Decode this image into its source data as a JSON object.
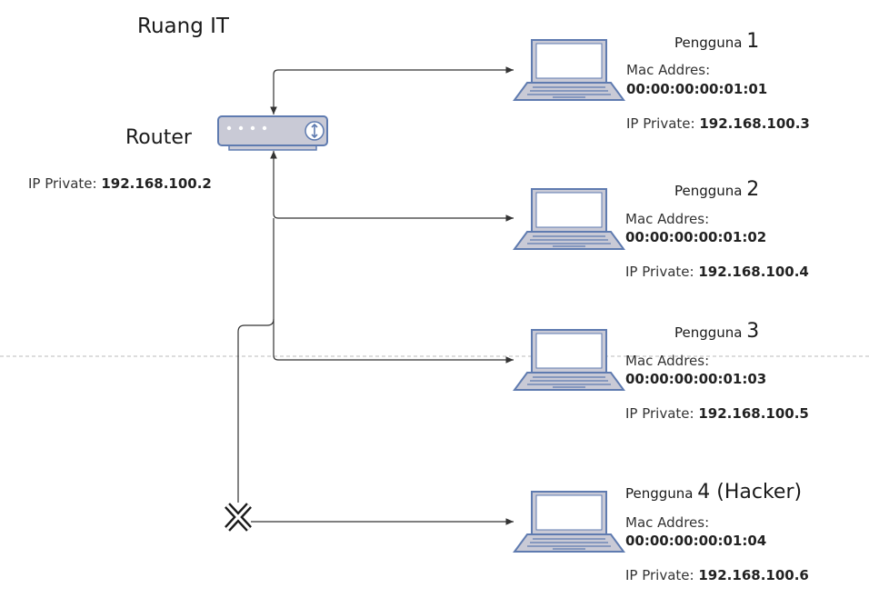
{
  "room_title": "Ruang IT",
  "router": {
    "label": "Router",
    "ip_label": "IP Private:",
    "ip_value": "192.168.100.2"
  },
  "users": [
    {
      "name": "Pengguna",
      "number": "1",
      "mac_label": "Mac Addres:",
      "mac_value": "00:00:00:00:01:01",
      "ip_label": "IP Private:",
      "ip_value": "192.168.100.3"
    },
    {
      "name": "Pengguna",
      "number": "2",
      "mac_label": "Mac Addres:",
      "mac_value": "00:00:00:00:01:02",
      "ip_label": "IP Private:",
      "ip_value": "192.168.100.4"
    },
    {
      "name": "Pengguna",
      "number": "3",
      "mac_label": "Mac Addres:",
      "mac_value": "00:00:00:00:01:03",
      "ip_label": "IP Private:",
      "ip_value": "192.168.100.5"
    },
    {
      "name": "Pengguna",
      "number": "4 (Hacker)",
      "mac_label": "Mac Addres:",
      "mac_value": "00:00:00:00:01:04",
      "ip_label": "IP Private:",
      "ip_value": "192.168.100.6"
    }
  ],
  "icons": {
    "router": "router-icon",
    "laptop": "laptop-icon",
    "intercept": "x-mark-icon"
  },
  "colors": {
    "device_fill": "#c9cad6",
    "device_stroke": "#5f7bb0",
    "connector": "#333333",
    "divider": "#bbbbbb"
  }
}
